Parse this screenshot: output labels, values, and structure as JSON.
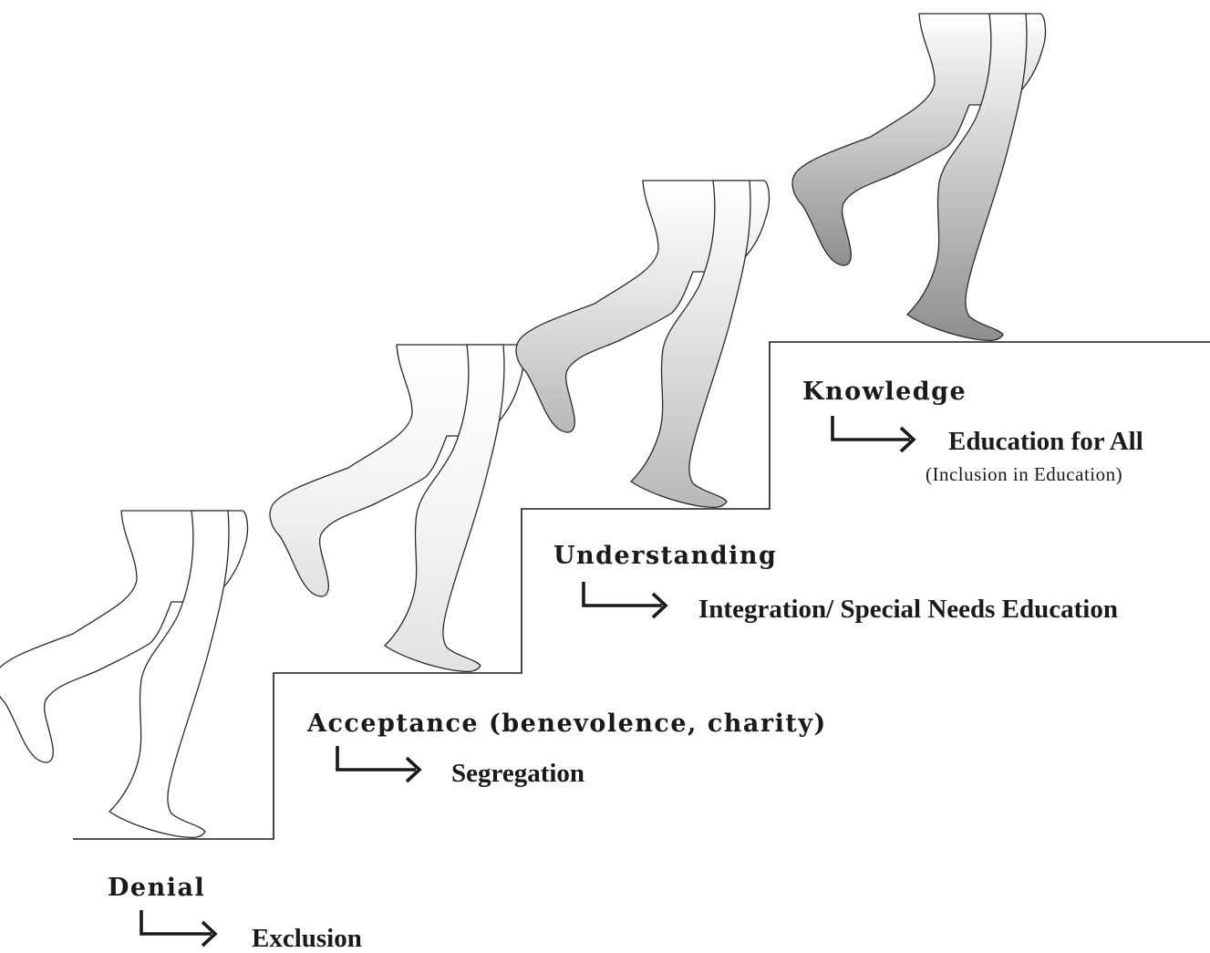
{
  "stages": [
    {
      "title": "Denial",
      "outcome": "Exclusion",
      "note": ""
    },
    {
      "title": "Acceptance (benevolence, charity)",
      "outcome": "Segregation",
      "note": ""
    },
    {
      "title": "Understanding",
      "outcome": "Integration/ Special Needs Education",
      "note": ""
    },
    {
      "title": "Knowledge",
      "outcome": "Education for All",
      "note": "(Inclusion in Education)"
    }
  ],
  "colors": {
    "line": "#1a1a1a",
    "leg_shades": [
      "#ffffff",
      "#e6e6e6",
      "#c4c4c4",
      "#9a9a9a"
    ]
  },
  "icons": [
    "walking-legs-icon",
    "right-arrow-icon"
  ]
}
